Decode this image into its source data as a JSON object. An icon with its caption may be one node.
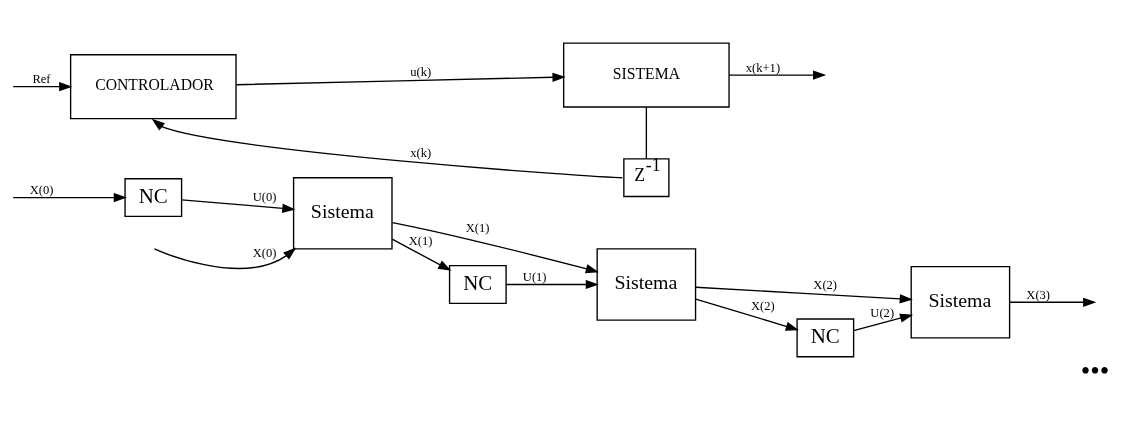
{
  "diagram": {
    "nodes": [
      {
        "text": [
          "CONTROLADOR"
        ]
      },
      {
        "text": [
          "SISTEMA"
        ]
      },
      {
        "text": [
          "Z$^{-1}$"
        ]
      },
      {
        "text": [
          "NC"
        ]
      },
      {
        "text": [
          "Sistema"
        ]
      },
      {
        "text": [
          "NC"
        ]
      },
      {
        "text": [
          "Sistema"
        ]
      },
      {
        "text": [
          "NC"
        ]
      },
      {
        "text": [
          "Sistema"
        ]
      }
    ],
    "edges": [
      {
        "from": null,
        "to": 0,
        "arrow": "to",
        "label": "Ref"
      },
      {
        "from": 2,
        "to": 0,
        "arrow": "to",
        "label": "x(k)"
      },
      {
        "from": 0,
        "to": 1,
        "arrow": "to",
        "label": "u(k)"
      },
      {
        "from": 1,
        "to": null,
        "arrow": "to",
        "label": "x(k+1)"
      },
      {
        "from": 1,
        "to": 2,
        "arrow": "none"
      },
      {
        "from": null,
        "to": 3,
        "arrow": "to",
        "label": "X(0)"
      },
      {
        "from": null,
        "to": 4,
        "arrow": "to",
        "label": "X(0)"
      },
      {
        "from": 3,
        "to": 4,
        "arrow": "to",
        "label": "U(0)"
      },
      {
        "from": 4,
        "to": 5,
        "arrow": "to",
        "label": "X(1)"
      },
      {
        "from": 4,
        "to": 6,
        "arrow": "to",
        "label": "X(1)"
      },
      {
        "from": 5,
        "to": 6,
        "arrow": "to",
        "label": "U(1)"
      },
      {
        "from": 6,
        "to": 7,
        "arrow": "to",
        "label": "X(2)"
      },
      {
        "from": 6,
        "to": 8,
        "arrow": "to",
        "label": "X(2)"
      },
      {
        "from": 7,
        "to": 8,
        "arrow": "to",
        "label": "U(2)"
      },
      {
        "from": 8,
        "to": null,
        "arrow": "to",
        "label": "X(3)"
      }
    ],
    "labels": [
      "•••"
    ]
  }
}
